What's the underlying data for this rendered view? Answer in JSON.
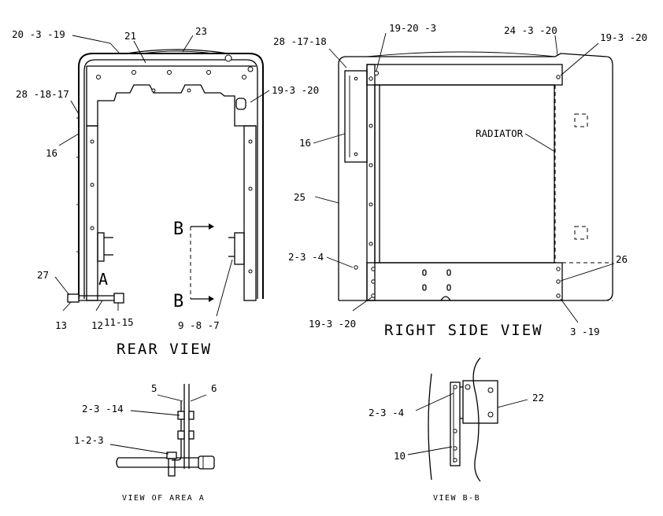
{
  "rear_view": {
    "title": "REAR VIEW",
    "labels": {
      "c20_3_19": "20 -3 -19",
      "c21": "21",
      "c23": "23",
      "c28_18_17": "28 -18-17",
      "c19_3_20": "19-3 -20",
      "c16": "16",
      "cB_top": "B",
      "cB_bottom": "B",
      "c27": "27",
      "cA": "A",
      "c13": "13",
      "c12": "12",
      "c11_15": "11-15",
      "c9_8_7": "9 -8 -7"
    }
  },
  "right_side_view": {
    "title": "RIGHT SIDE VIEW",
    "labels": {
      "c28_17_18": "28 -17-18",
      "c19_20_3": "19-20 -3",
      "c24_3_20": "24 -3 -20",
      "c19_3_20_top": "19-3 -20",
      "c16": "16",
      "radiator": "RADIATOR",
      "c25": "25",
      "c2_3_4": "2-3 -4",
      "c26": "26",
      "c19_3_20_bottom": "19-3 -20",
      "c3_19": "3 -19"
    }
  },
  "view_area_a": {
    "title": "VIEW OF AREA A",
    "labels": {
      "c5": "5",
      "c6": "6",
      "c2_3_14": "2-3 -14",
      "c1_2_3": "1-2-3"
    }
  },
  "view_b_b": {
    "title": "VIEW B-B",
    "labels": {
      "c2_3_4": "2-3 -4",
      "c22": "22",
      "c10": "10"
    }
  }
}
